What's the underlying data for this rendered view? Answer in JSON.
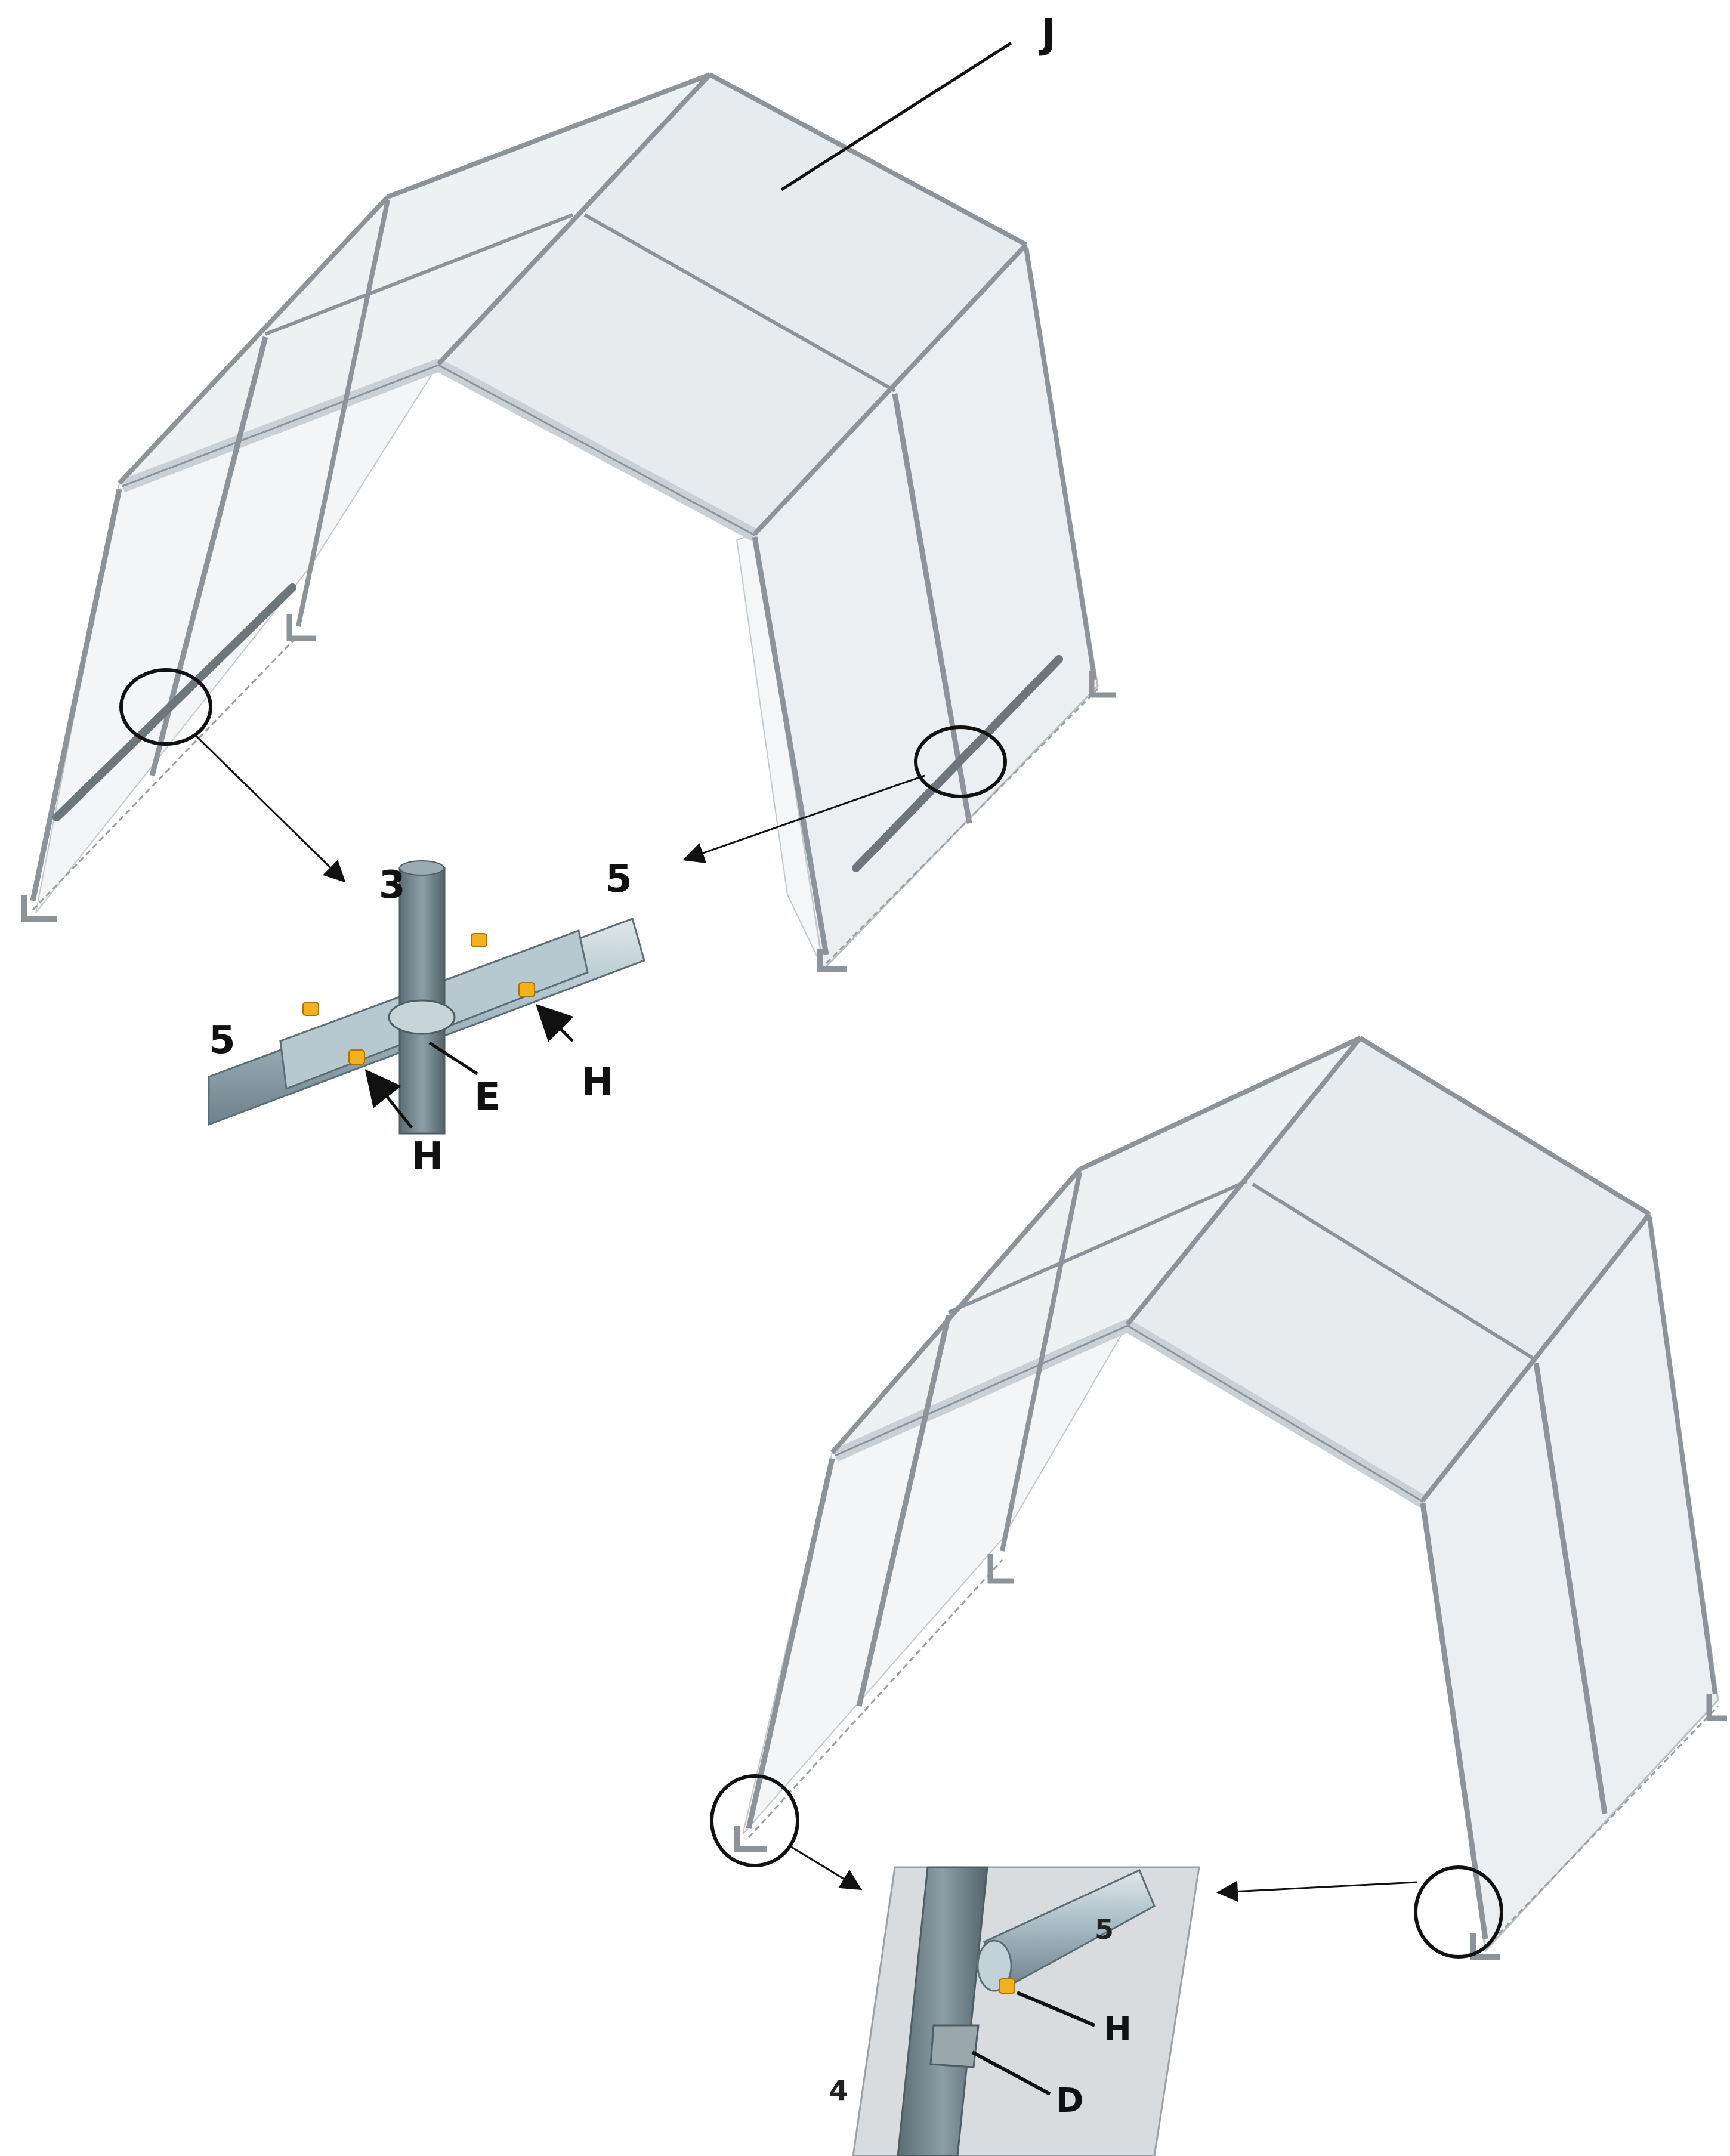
{
  "labels": {
    "top_canopy": "J",
    "detail1_pole_vertical": "3",
    "detail1_pole_right": "5",
    "detail1_pole_left": "5",
    "detail1_clamp": "E",
    "detail1_bolt_right": "H",
    "detail1_bolt_bottom": "H",
    "detail2_pole": "5",
    "detail2_bolt": "H",
    "detail2_foot": "D",
    "detail2_leg": "4"
  },
  "colors": {
    "frame": "#8d9499",
    "frame_light": "#c9d1d6",
    "cover": "#eef1f2",
    "cover_edge": "#b9c0c4",
    "pipe_dark": "#5e6f78",
    "pipe_mid": "#8fa3ad",
    "pipe_light": "#cdd9df",
    "bolt": "#f2b11e",
    "ink": "#111111"
  }
}
